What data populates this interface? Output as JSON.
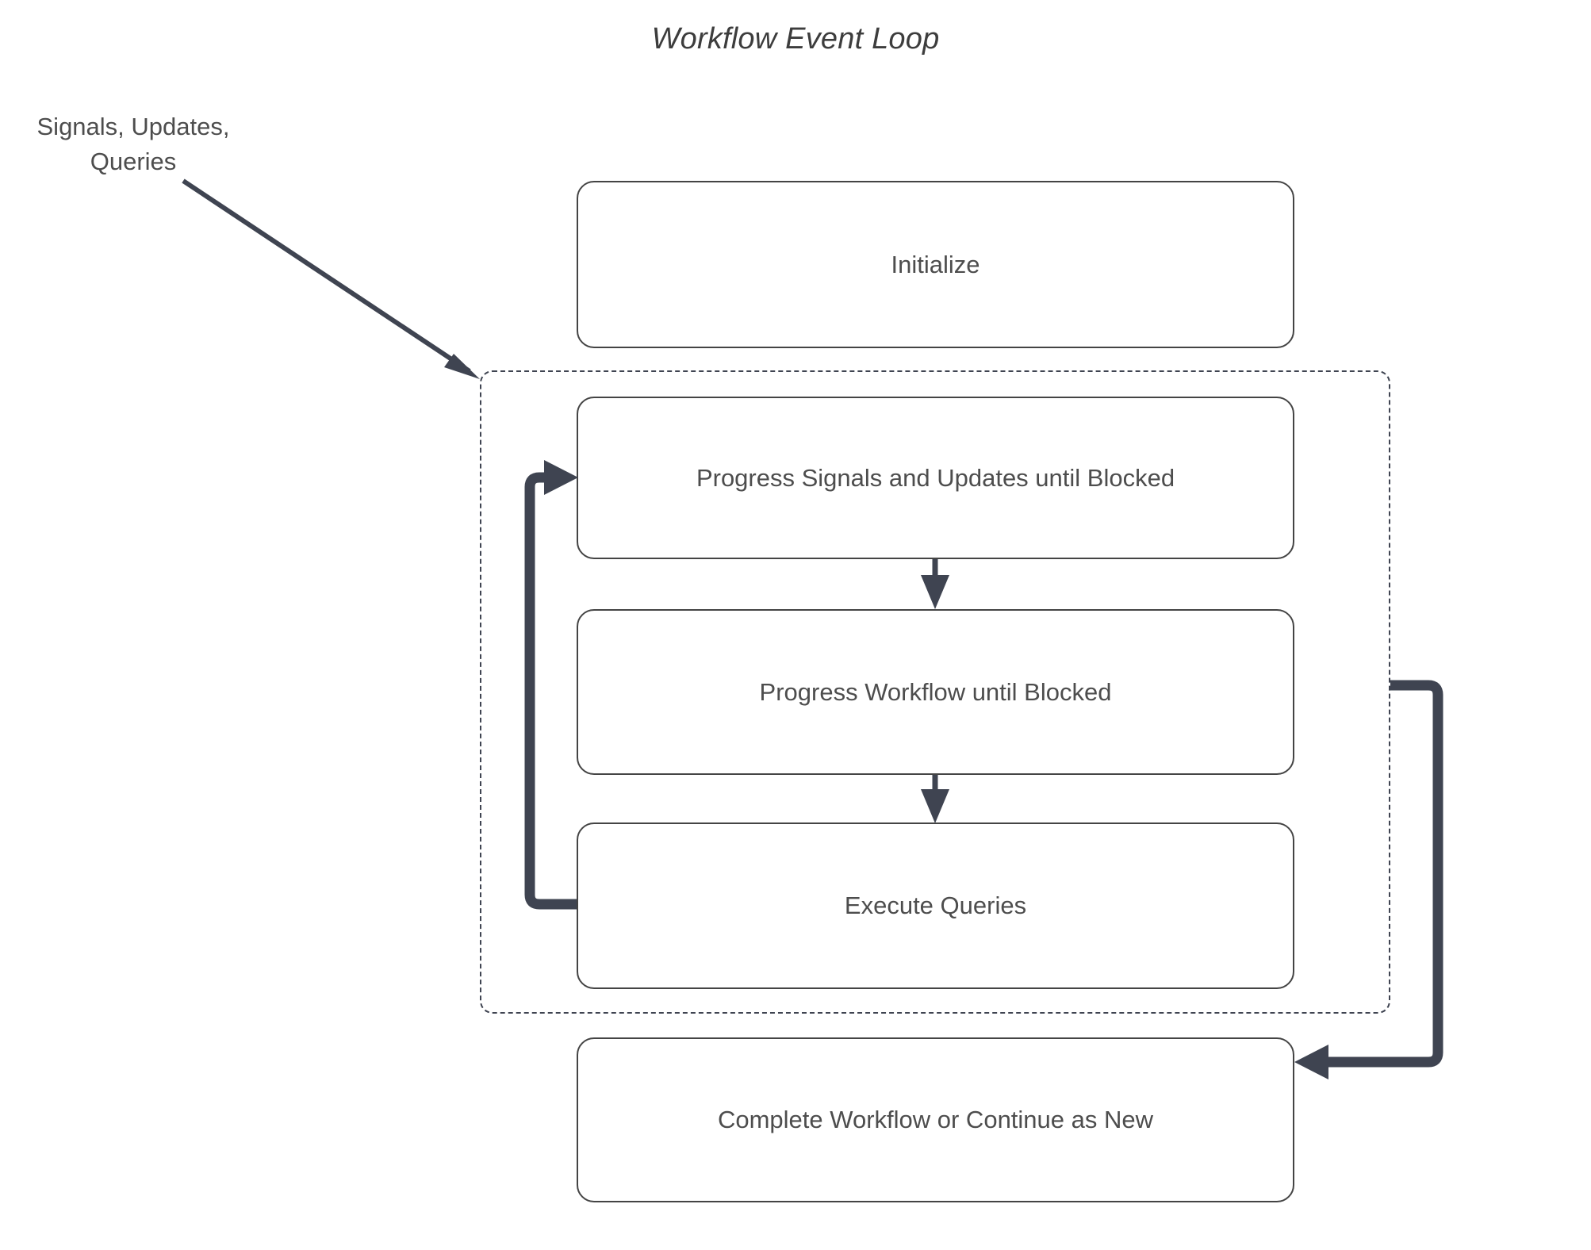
{
  "diagram": {
    "title": "Workflow Event Loop",
    "type": "flowchart",
    "accent_color": "#3f4451",
    "box_border_color": "#444444",
    "text_color": "#4d4d4d",
    "background_color": "#ffffff",
    "external_input": {
      "label": "Signals, Updates,\nQueries",
      "arrow_target": "loop-container"
    },
    "loop_container": {
      "style": "dashed",
      "label": ""
    },
    "nodes": [
      {
        "id": "initialize",
        "label": "Initialize",
        "inside_loop": false
      },
      {
        "id": "progress-signals",
        "label": "Progress Signals and Updates until Blocked",
        "inside_loop": true
      },
      {
        "id": "progress-workflow",
        "label": "Progress Workflow until Blocked",
        "inside_loop": true
      },
      {
        "id": "execute-queries",
        "label": "Execute Queries",
        "inside_loop": true
      },
      {
        "id": "complete-workflow",
        "label": "Complete Workflow or Continue as New",
        "inside_loop": false
      }
    ],
    "edges": [
      {
        "from": "external-input",
        "to": "loop-container",
        "style": "solid-diagonal-arrow"
      },
      {
        "from": "progress-signals",
        "to": "progress-workflow",
        "style": "solid-down-arrow"
      },
      {
        "from": "progress-workflow",
        "to": "execute-queries",
        "style": "solid-down-arrow"
      },
      {
        "from": "execute-queries",
        "to": "progress-signals",
        "style": "thick-left-loopback-arrow"
      },
      {
        "from": "loop-container",
        "to": "complete-workflow",
        "style": "thick-right-exit-arrow"
      }
    ]
  }
}
